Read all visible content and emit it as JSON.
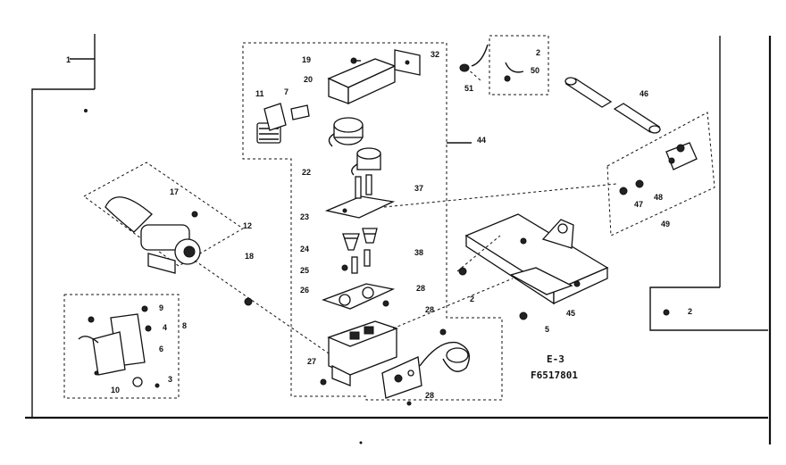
{
  "diagram": {
    "caption": {
      "section": "E-3",
      "part_ref": "F6517801"
    },
    "callouts": [
      {
        "id": "c1",
        "text": "1"
      },
      {
        "id": "c19",
        "text": "19"
      },
      {
        "id": "c32",
        "text": "32"
      },
      {
        "id": "c20",
        "text": "20"
      },
      {
        "id": "c11",
        "text": "11"
      },
      {
        "id": "c7",
        "text": "7"
      },
      {
        "id": "c22",
        "text": "22"
      },
      {
        "id": "c37",
        "text": "37"
      },
      {
        "id": "c23",
        "text": "23"
      },
      {
        "id": "c24",
        "text": "24"
      },
      {
        "id": "c38",
        "text": "38"
      },
      {
        "id": "c25",
        "text": "25"
      },
      {
        "id": "c26",
        "text": "26"
      },
      {
        "id": "c28a",
        "text": "28"
      },
      {
        "id": "c28b",
        "text": "28"
      },
      {
        "id": "c28c",
        "text": "28"
      },
      {
        "id": "c27",
        "text": "27"
      },
      {
        "id": "c44",
        "text": "44"
      },
      {
        "id": "c51",
        "text": "51"
      },
      {
        "id": "c2a",
        "text": "2"
      },
      {
        "id": "c50",
        "text": "50"
      },
      {
        "id": "c46",
        "text": "46"
      },
      {
        "id": "c47",
        "text": "47"
      },
      {
        "id": "c48",
        "text": "48"
      },
      {
        "id": "c49",
        "text": "49"
      },
      {
        "id": "c2b",
        "text": "2"
      },
      {
        "id": "c45",
        "text": "45"
      },
      {
        "id": "c5",
        "text": "5"
      },
      {
        "id": "c2c",
        "text": "2"
      },
      {
        "id": "c17",
        "text": "17"
      },
      {
        "id": "c12",
        "text": "12"
      },
      {
        "id": "c18",
        "text": "18"
      },
      {
        "id": "c9",
        "text": "9"
      },
      {
        "id": "c4",
        "text": "4"
      },
      {
        "id": "c8",
        "text": "8"
      },
      {
        "id": "c6",
        "text": "6"
      },
      {
        "id": "c10",
        "text": "10"
      },
      {
        "id": "c3",
        "text": "3"
      }
    ]
  }
}
